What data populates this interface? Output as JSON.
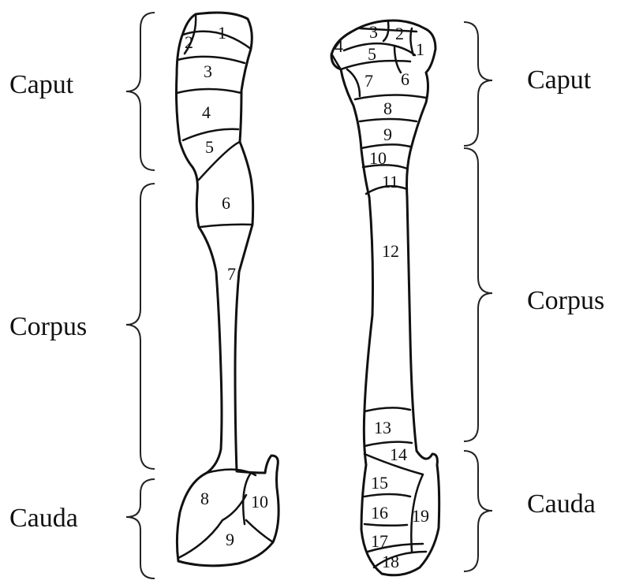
{
  "regions": {
    "caput": "Caput",
    "corpus": "Corpus",
    "cauda": "Cauda"
  },
  "left_segments": [
    "1",
    "2",
    "3",
    "4",
    "5",
    "6",
    "7",
    "8",
    "9",
    "10"
  ],
  "right_segments": [
    "1",
    "2",
    "3",
    "4",
    "5",
    "6",
    "7",
    "8",
    "9",
    "10",
    "11",
    "12",
    "13",
    "14",
    "15",
    "16",
    "17",
    "18",
    "19"
  ]
}
